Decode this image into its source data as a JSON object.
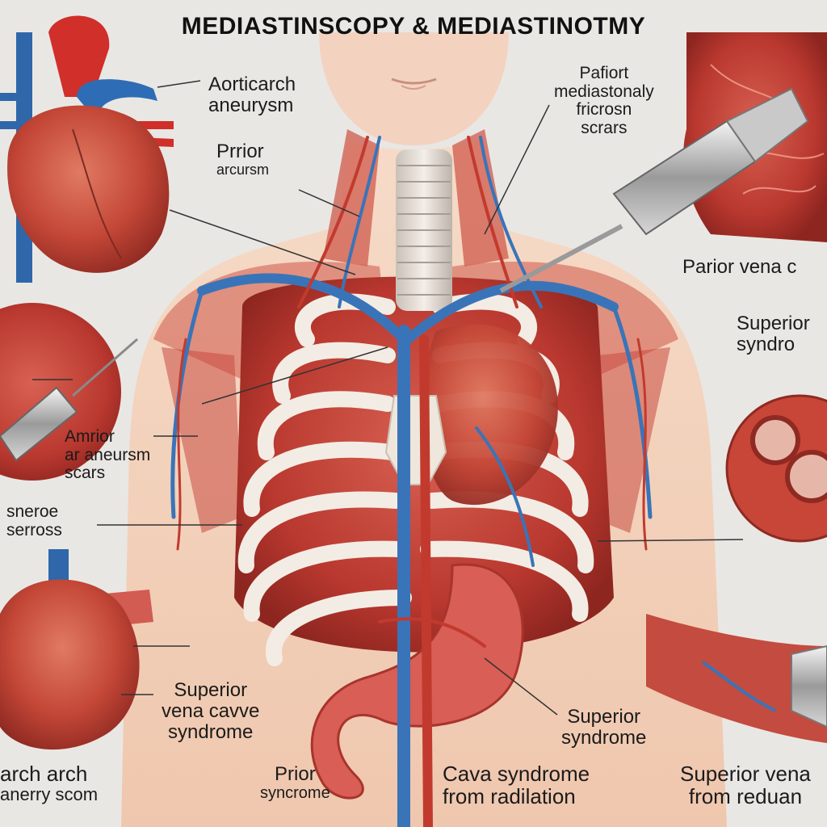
{
  "title": "MEDIASTINSCOPY & MEDIASTINOTMY",
  "labels": {
    "aortic_arch": [
      "Aorticarch",
      "aneurysm"
    ],
    "prior_arcursm": [
      "Prrior",
      "arcursm"
    ],
    "prior_mediastonal": [
      "Pafiort",
      "mediastonaly",
      "fricrosn",
      "scrars"
    ],
    "perior_vena": [
      "Parior vena c"
    ],
    "superior_syndr": [
      "Superior",
      "syndro"
    ],
    "anterior_scars": [
      "Amrior",
      "ar aneursm",
      "scars"
    ],
    "sneroe_serross": [
      "sneroe",
      "serross"
    ],
    "svc_left": [
      "Superior",
      "vena cavve",
      "syndrome"
    ],
    "svc_right": [
      "Superior",
      "syndrome"
    ],
    "arch_bottom": [
      "arch arch",
      "anerry scom"
    ],
    "prior_syncrome": [
      "Prior",
      "syncrome"
    ],
    "cava_radiation": [
      "Cava syndrome",
      "from radilation"
    ],
    "superior_vena_bottom": [
      "Superior vena",
      "from reduan"
    ]
  },
  "colors": {
    "background": "#e9e7e4",
    "skin": "#f1cdb6",
    "muscle": "#c8433b",
    "vein": "#3a74b8",
    "bone": "#f3ece4",
    "text": "#1b1b1b"
  }
}
